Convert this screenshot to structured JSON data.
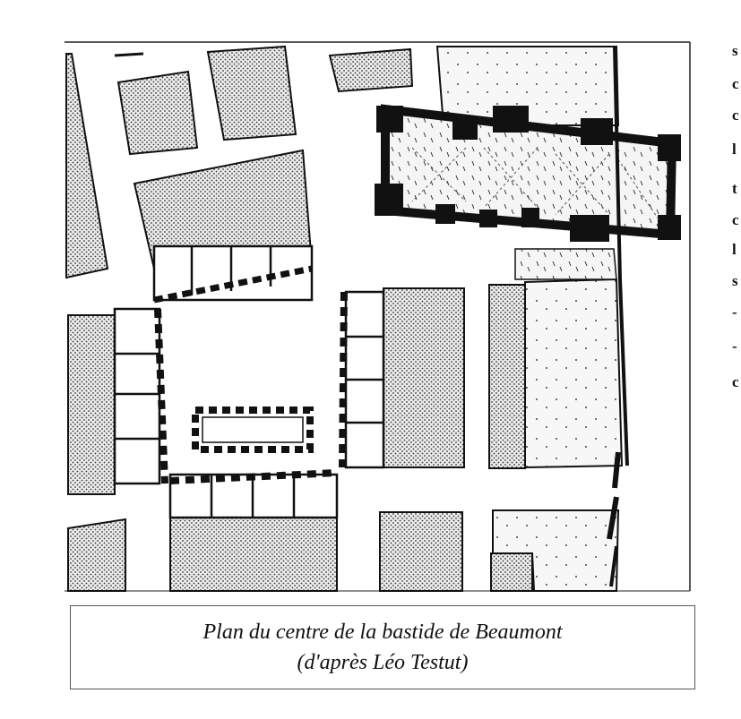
{
  "caption": {
    "line1": "Plan du centre de la bastide de Beaumont",
    "line2": "(d'après Léo Testut)"
  },
  "edge_fragments": [
    "s",
    "c",
    "c",
    "l",
    "t",
    "c",
    "l",
    "s",
    "-",
    "-",
    "c"
  ],
  "colors": {
    "ink": "#111111",
    "block_fill": "#dcdcdc",
    "street": "#ffffff"
  }
}
